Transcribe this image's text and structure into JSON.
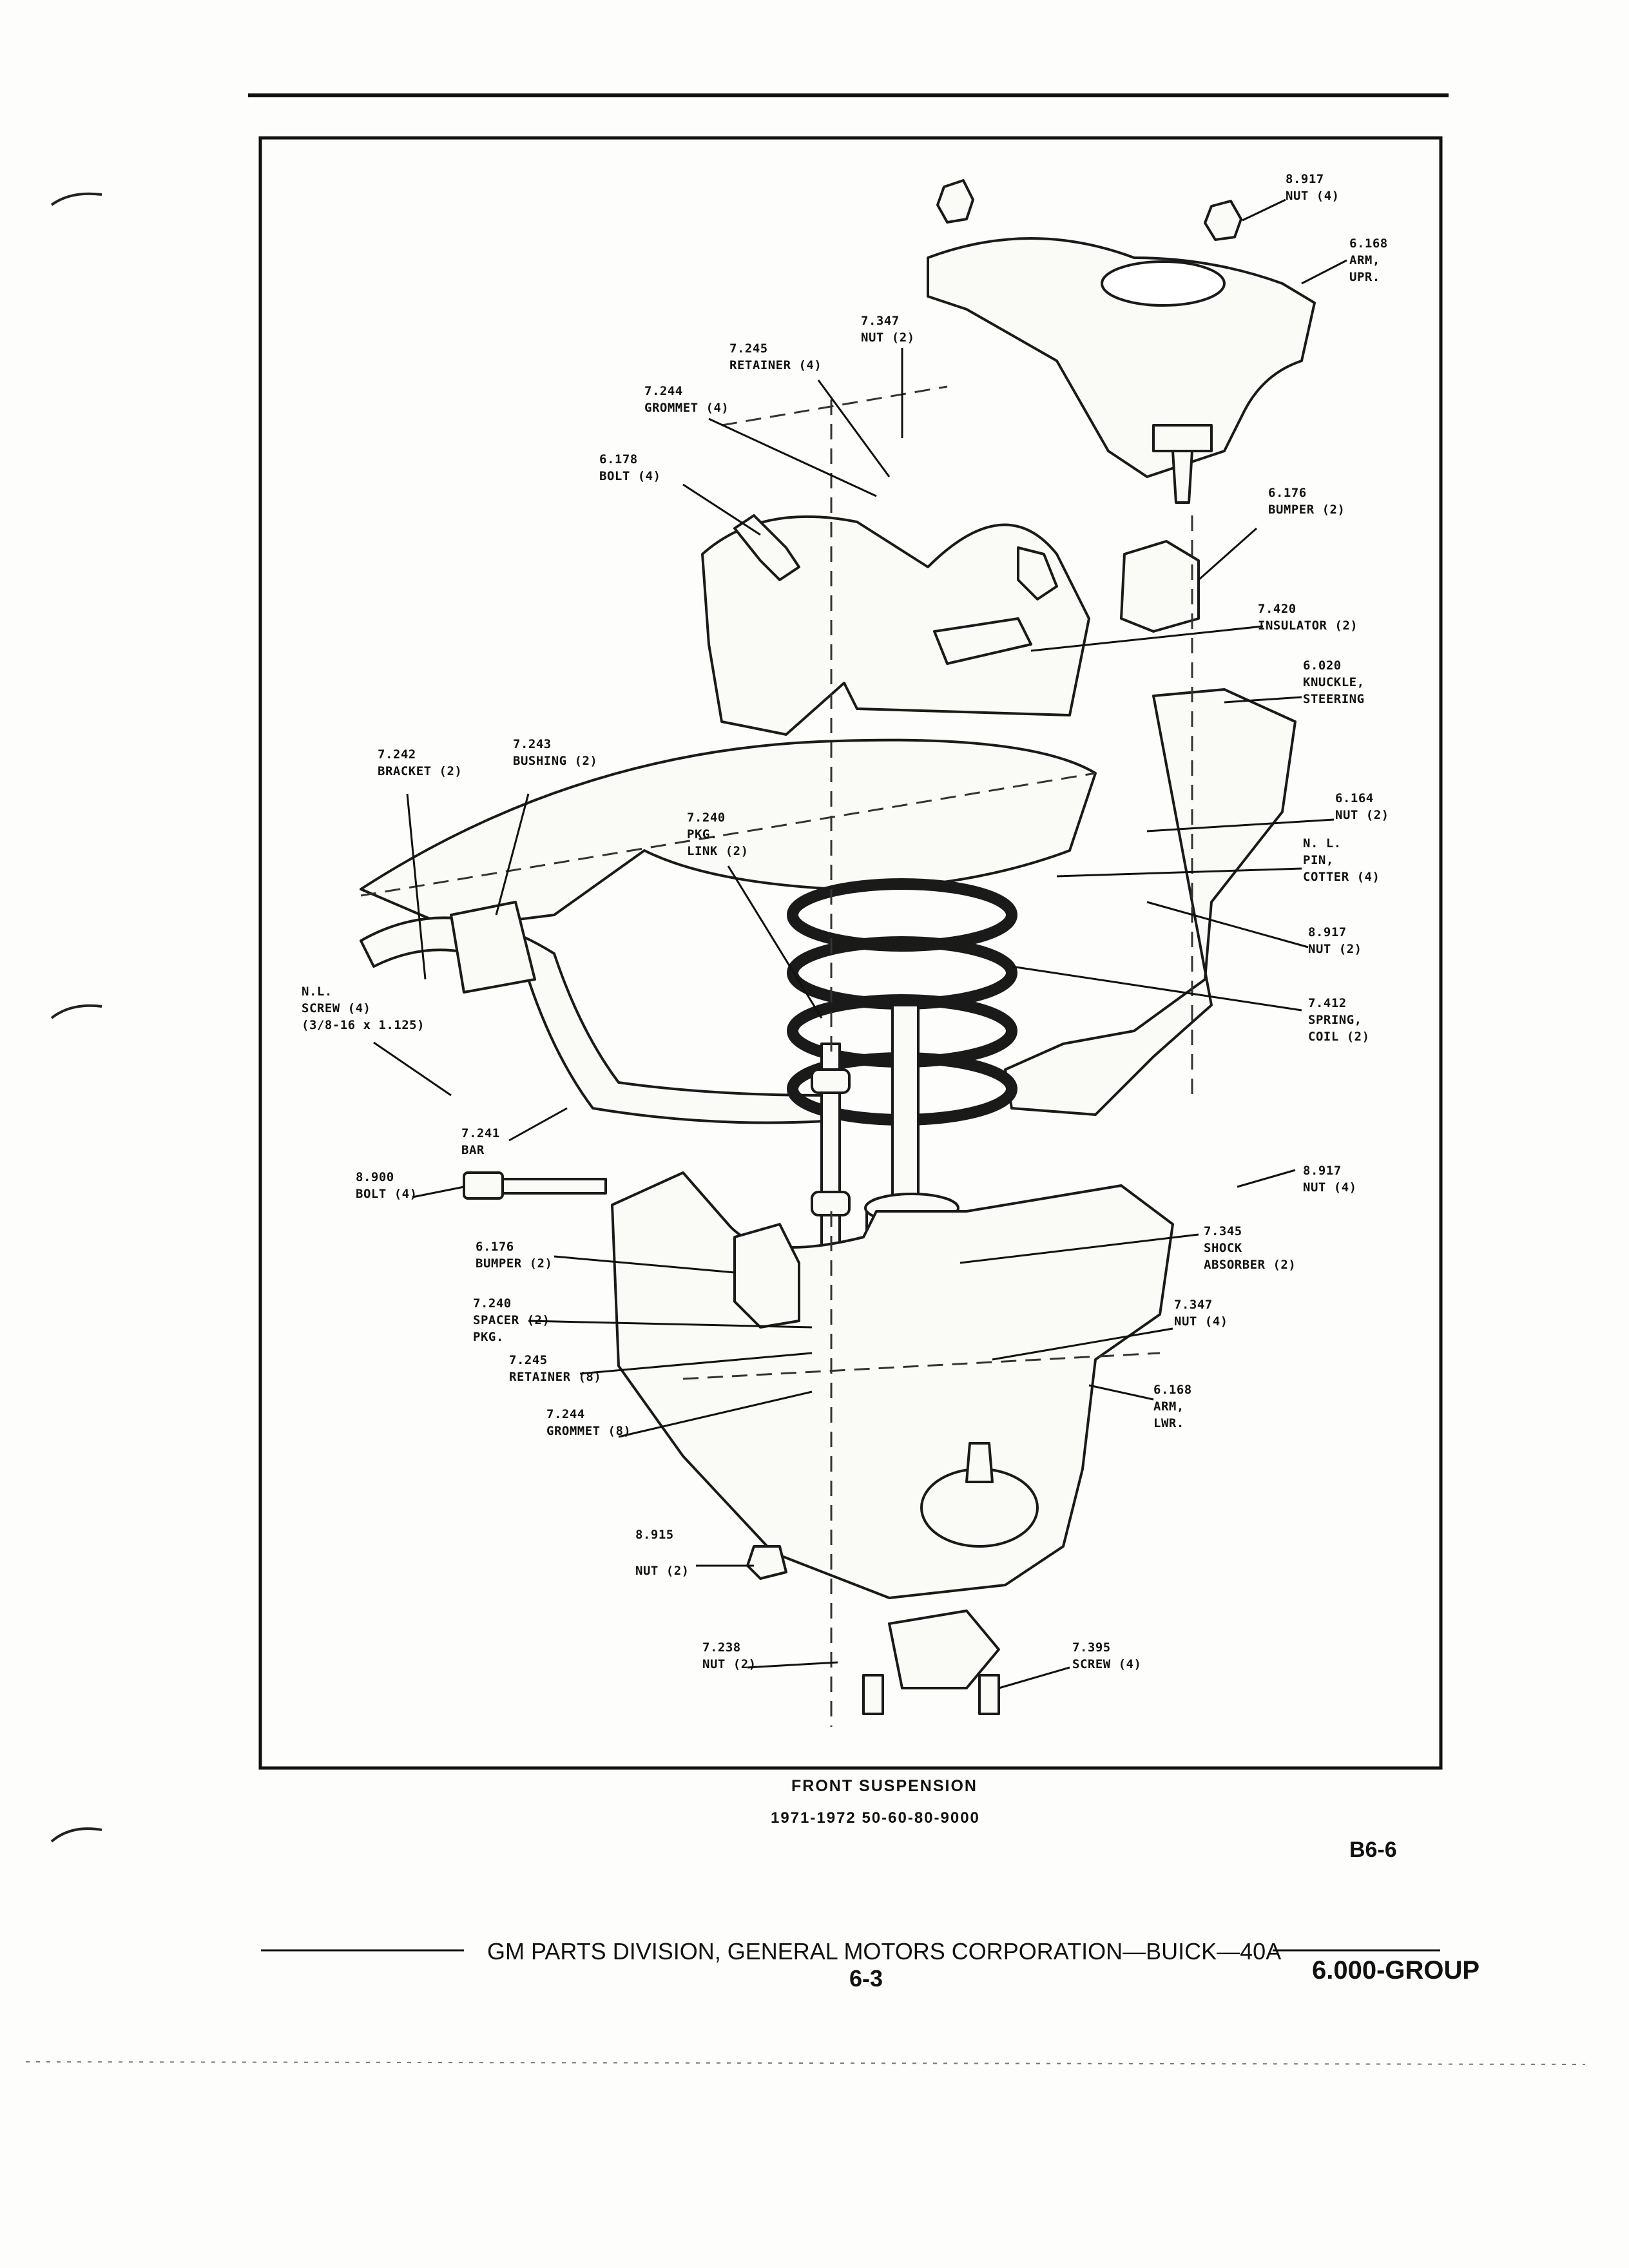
{
  "labels": {
    "nut_8917_top": {
      "num": "8.917",
      "name": "NUT (4)"
    },
    "arm_upr": {
      "num": "6.168",
      "name": "ARM,\nUPR."
    },
    "nut_7347_top": {
      "num": "7.347",
      "name": "NUT (2)"
    },
    "retainer_7245_top": {
      "num": "7.245",
      "name": "RETAINER (4)"
    },
    "grommet_7244_top": {
      "num": "7.244",
      "name": "GROMMET (4)"
    },
    "bolt_6178": {
      "num": "6.178",
      "name": "BOLT (4)"
    },
    "bumper_6176_top": {
      "num": "6.176",
      "name": "BUMPER (2)"
    },
    "insulator_7420": {
      "num": "7.420",
      "name": "INSULATOR (2)"
    },
    "knuckle_6020": {
      "num": "6.020",
      "name": "KNUCKLE,\nSTEERING"
    },
    "bracket_7242": {
      "num": "7.242",
      "name": "BRACKET (2)"
    },
    "bushing_7243": {
      "num": "7.243",
      "name": "BUSHING (2)"
    },
    "pkg_link_7240": {
      "num": "7.240",
      "name": "PKG.\nLINK (2)"
    },
    "nut_6164": {
      "num": "6.164",
      "name": "NUT (2)"
    },
    "pin_cotter": {
      "num": "N. L.",
      "name": "PIN,\nCOTTER (4)"
    },
    "nut_8917_mid": {
      "num": "8.917",
      "name": "NUT (2)"
    },
    "spring_7412": {
      "num": "7.412",
      "name": "SPRING,\nCOIL (2)"
    },
    "screw_nl": {
      "num": "N.L.",
      "name": "SCREW (4)\n(3/8-16 x 1.125)"
    },
    "bar_7241": {
      "num": "7.241",
      "name": "BAR"
    },
    "bolt_8900": {
      "num": "8.900",
      "name": "BOLT (4)"
    },
    "nut_8917_low": {
      "num": "8.917",
      "name": "NUT (4)"
    },
    "bumper_6176_low": {
      "num": "6.176",
      "name": "BUMPER (2)"
    },
    "shock_7345": {
      "num": "7.345",
      "name": "SHOCK\nABSORBER (2)"
    },
    "spacer_7240": {
      "num": "7.240",
      "name": "SPACER (2)\nPKG."
    },
    "nut_7347_low": {
      "num": "7.347",
      "name": "NUT (4)"
    },
    "retainer_7245_low": {
      "num": "7.245",
      "name": "RETAINER (8)"
    },
    "arm_lwr": {
      "num": "6.168",
      "name": "ARM,\nLWR."
    },
    "grommet_7244_low": {
      "num": "7.244",
      "name": "GROMMET (8)"
    },
    "nut_8915": {
      "num": "8.915",
      "name": "NUT (2)"
    },
    "nut_7238": {
      "num": "7.238",
      "name": "NUT (2)"
    },
    "screw_7395": {
      "num": "7.395",
      "name": "SCREW (4)"
    }
  },
  "caption": {
    "title": "FRONT SUSPENSION",
    "subtitle": "1971-1972 50-60-80-9000"
  },
  "page_code": "B6-6",
  "footer": {
    "division": "GM PARTS DIVISION, GENERAL MOTORS CORPORATION—BUICK—40A",
    "page_number": "6-3",
    "group": "6.000-GROUP"
  }
}
